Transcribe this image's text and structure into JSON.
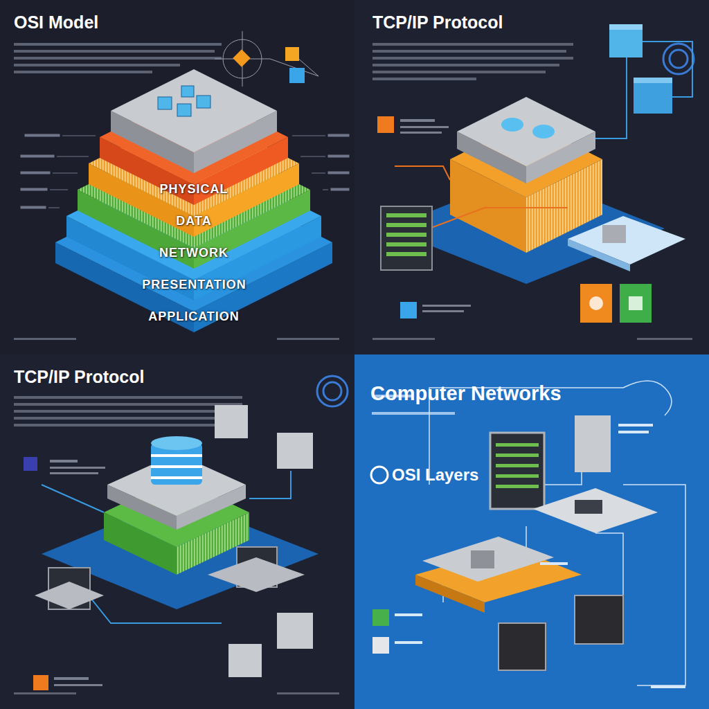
{
  "diagram": {
    "nodes": [
      {
        "text": [
          "PHYSICAL"
        ]
      },
      {
        "text": [
          "DATA"
        ]
      },
      {
        "text": [
          "NETWORK"
        ]
      },
      {
        "text": [
          "PRESENTATION"
        ]
      },
      {
        "text": [
          "APPLICATION"
        ]
      }
    ],
    "labels": [
      "OSI Model",
      "TCP/IP Protocol",
      "TCP/IP Protocol",
      "Computer Networks",
      "OSI Layers"
    ]
  }
}
